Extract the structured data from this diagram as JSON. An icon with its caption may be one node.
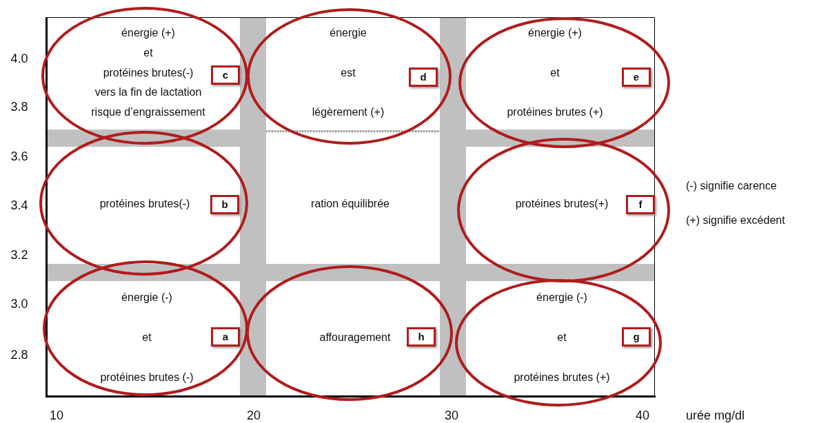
{
  "diagram": {
    "nodes": [
      {
        "text": [
          "énergie (+)",
          "et",
          "protéines brutes(-)",
          "vers la fin de lactation",
          "risque d’engraissement"
        ]
      },
      {
        "text": [
          "c"
        ],
        "in": 0
      },
      {
        "text": [
          "énergie",
          "est",
          "légèrement (+)"
        ]
      },
      {
        "text": [
          "d"
        ],
        "in": 2
      },
      {
        "text": [
          "énergie (+)",
          "et",
          "protéines brutes (+)"
        ]
      },
      {
        "text": [
          "e"
        ],
        "in": 4
      },
      {
        "text": [
          "protéines brutes(-)"
        ]
      },
      {
        "text": [
          "b"
        ],
        "in": 6
      },
      {
        "text": [
          "protéines brutes(+)"
        ]
      },
      {
        "text": [
          "f"
        ],
        "in": 8
      },
      {
        "text": [
          "énergie (-)",
          "et",
          "protéines brutes (-)"
        ]
      },
      {
        "text": [
          "a"
        ],
        "in": 10
      },
      {
        "text": [
          "affouragement"
        ]
      },
      {
        "text": [
          "h"
        ],
        "in": 12
      },
      {
        "text": [
          "énergie (-)",
          "et",
          "protéines brutes (+)"
        ]
      },
      {
        "text": [
          "g"
        ],
        "in": 14
      }
    ],
    "labels": [
      "4.0",
      "3.8",
      "3.6",
      "ration équilibrée",
      "(-) signifie carence",
      "3.4",
      "(+) signifie excédent",
      "3.2",
      "3.0",
      "2.8",
      "10",
      "20",
      "30",
      "40",
      "urée mg/dl"
    ]
  }
}
